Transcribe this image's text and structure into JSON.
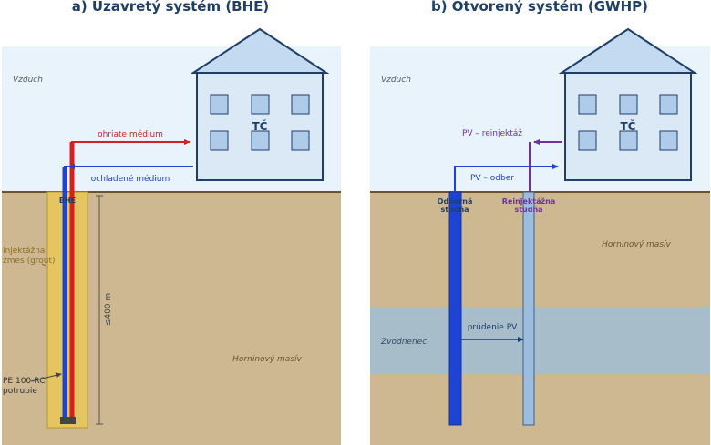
{
  "panel_a": {
    "title": "a) Uzavretý systém (BHE)",
    "air_label": "Vzduch",
    "house_label": "TČ",
    "hot_label": "ohriate médium",
    "cold_label": "ochladené médium",
    "bhe_label": "BHE",
    "grout_label_1": "injektážna",
    "grout_label_2": "zmes (grout)",
    "depth_label": "≤400 m",
    "pipe_label_1": "PE 100-RC",
    "pipe_label_2": "potrubie",
    "rock_label": "Horninový masív"
  },
  "panel_b": {
    "title": "b) Otvorený systém (GWHP)",
    "air_label": "Vzduch",
    "house_label": "TČ",
    "reinject_label": "PV – reinjektáž",
    "draw_label": "PV – odber",
    "well1_label_1": "Odberná",
    "well1_label_2": "studňa",
    "well2_label_1": "Reinjektážna",
    "well2_label_2": "studňa",
    "rock_label": "Horninový masív",
    "aquifer_label": "Zvodnenec",
    "flow_label": "prúdenie PV"
  },
  "colors": {
    "sky": "#e8f3fb",
    "soil": "#cdb891",
    "ground_line": "#6b5230",
    "house_fill": "#dbe9f7",
    "house_stroke": "#1f3f6a",
    "roof_fill": "#c3daf0",
    "window": "#afcbea",
    "hot": "#d42020",
    "cold": "#1e44d6",
    "grout": "#e5c560",
    "aquifer": "#a7bdca",
    "well_reinject": "#9dbddf",
    "purple": "#7030a0"
  }
}
